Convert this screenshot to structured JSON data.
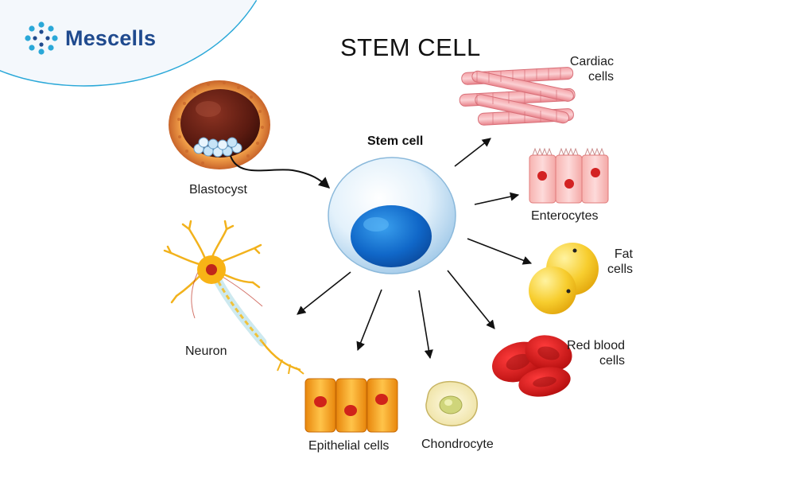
{
  "brand": {
    "name": "Mescells",
    "colors": {
      "primary": "#1f4a8e",
      "accent": "#2aa8d8"
    }
  },
  "diagram": {
    "title": "STEM CELL",
    "center_label": "Stem cell",
    "nodes": [
      {
        "id": "blastocyst",
        "label": "Blastocyst"
      },
      {
        "id": "cardiac",
        "label_lines": [
          "Cardiac",
          "cells"
        ]
      },
      {
        "id": "enterocytes",
        "label": "Enterocytes"
      },
      {
        "id": "fat",
        "label_lines": [
          "Fat",
          "cells"
        ]
      },
      {
        "id": "rbc",
        "label_lines": [
          "Red blood",
          "cells"
        ]
      },
      {
        "id": "chondrocyte",
        "label": "Chondrocyte"
      },
      {
        "id": "epithelial",
        "label": "Epithelial cells"
      },
      {
        "id": "neuron",
        "label": "Neuron"
      }
    ]
  }
}
